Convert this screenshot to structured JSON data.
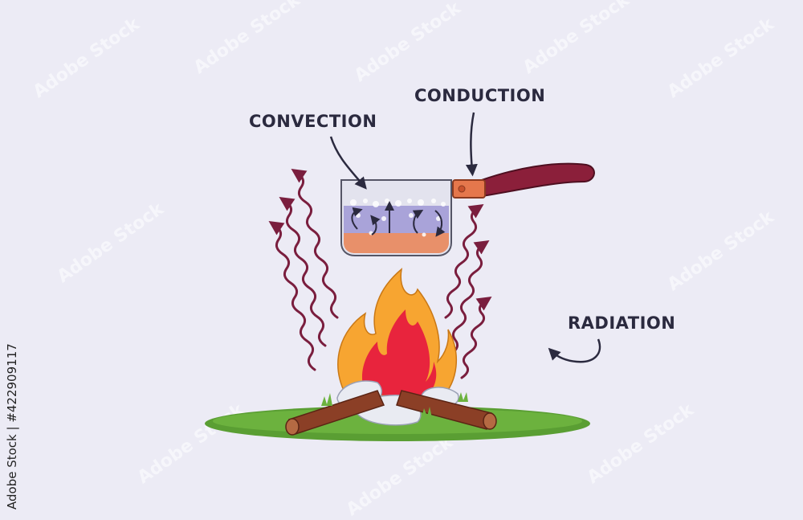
{
  "diagram": {
    "labels": {
      "conduction": "CONDUCTION",
      "convection": "CONVECTION",
      "radiation": "RADIATION"
    },
    "watermark": "Adobe Stock",
    "stock_id": "Adobe Stock | #422909117"
  },
  "colors": {
    "background": "#ecebf5",
    "text": "#2b2a3f",
    "radiation_arrow": "#7a1e3e",
    "flame_outer": "#f7a531",
    "flame_inner": "#e8243d",
    "grass": "#5a9e33",
    "wood": "#8b3f26",
    "pan_handle": "#8b1f3a",
    "pan_copper": "#e5774c",
    "water": "#a9a3d9",
    "heated_water": "#e8906a"
  },
  "icons": [
    "campfire-icon",
    "saucepan-icon",
    "flame-icon",
    "log-icon",
    "stone-icon"
  ]
}
